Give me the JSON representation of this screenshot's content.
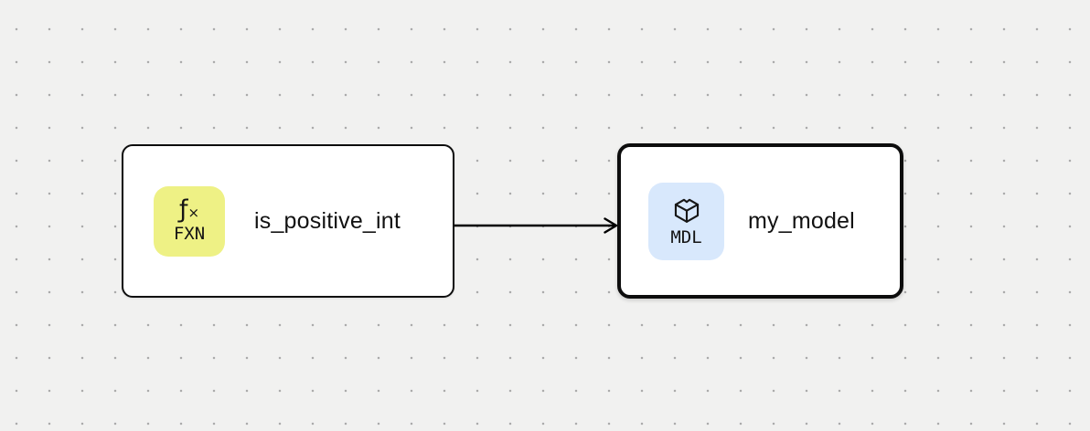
{
  "canvas": {
    "background_color": "#f1f1f0",
    "dot_color": "#ababab"
  },
  "nodes": [
    {
      "id": "is_positive_int",
      "label": "is_positive_int",
      "type_label": "FXN",
      "type_glyph": "ƒ×",
      "badge_color": "#eef185",
      "border_color": "#0d0d0d",
      "selected": false
    },
    {
      "id": "my_model",
      "label": "my_model",
      "type_label": "MDL",
      "icon": "cube-icon",
      "badge_color": "#d8e8fc",
      "border_color": "#0d0d0d",
      "selected": true
    }
  ],
  "edges": [
    {
      "from": "is_positive_int",
      "to": "my_model",
      "color": "#000000",
      "arrowhead": "open"
    }
  ]
}
